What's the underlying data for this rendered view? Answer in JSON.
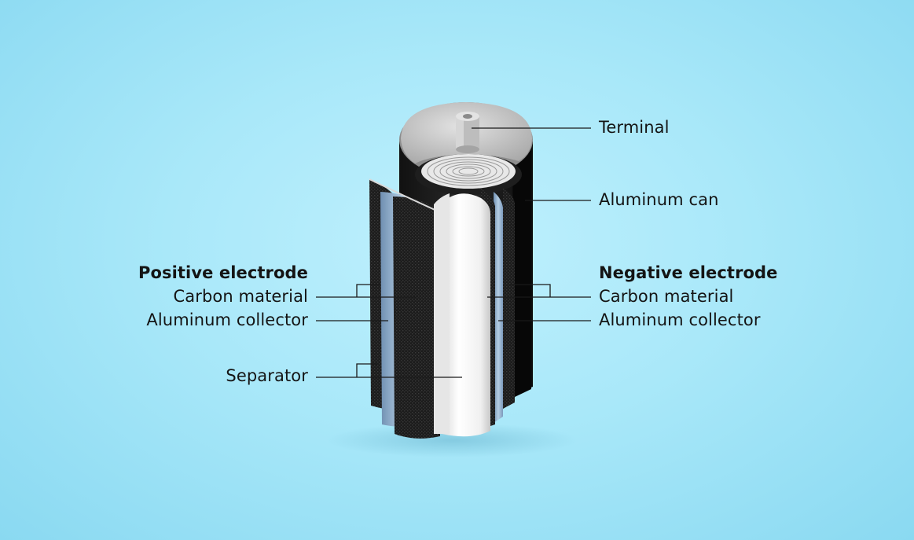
{
  "labels": {
    "terminal": "Terminal",
    "aluminum_can": "Aluminum can",
    "positive_electrode": {
      "heading": "Positive electrode",
      "carbon": "Carbon material",
      "collector": "Aluminum collector"
    },
    "negative_electrode": {
      "heading": "Negative electrode",
      "carbon": "Carbon material",
      "collector": "Aluminum collector"
    },
    "separator": "Separator"
  },
  "colors": {
    "background": "#a9e8f9",
    "carbon": "#1c1c1c",
    "collector": "#8aa9c9",
    "separator": "#f3f3f3",
    "terminal_top": "#c9c9c9",
    "leader": "#1a1a1a"
  }
}
